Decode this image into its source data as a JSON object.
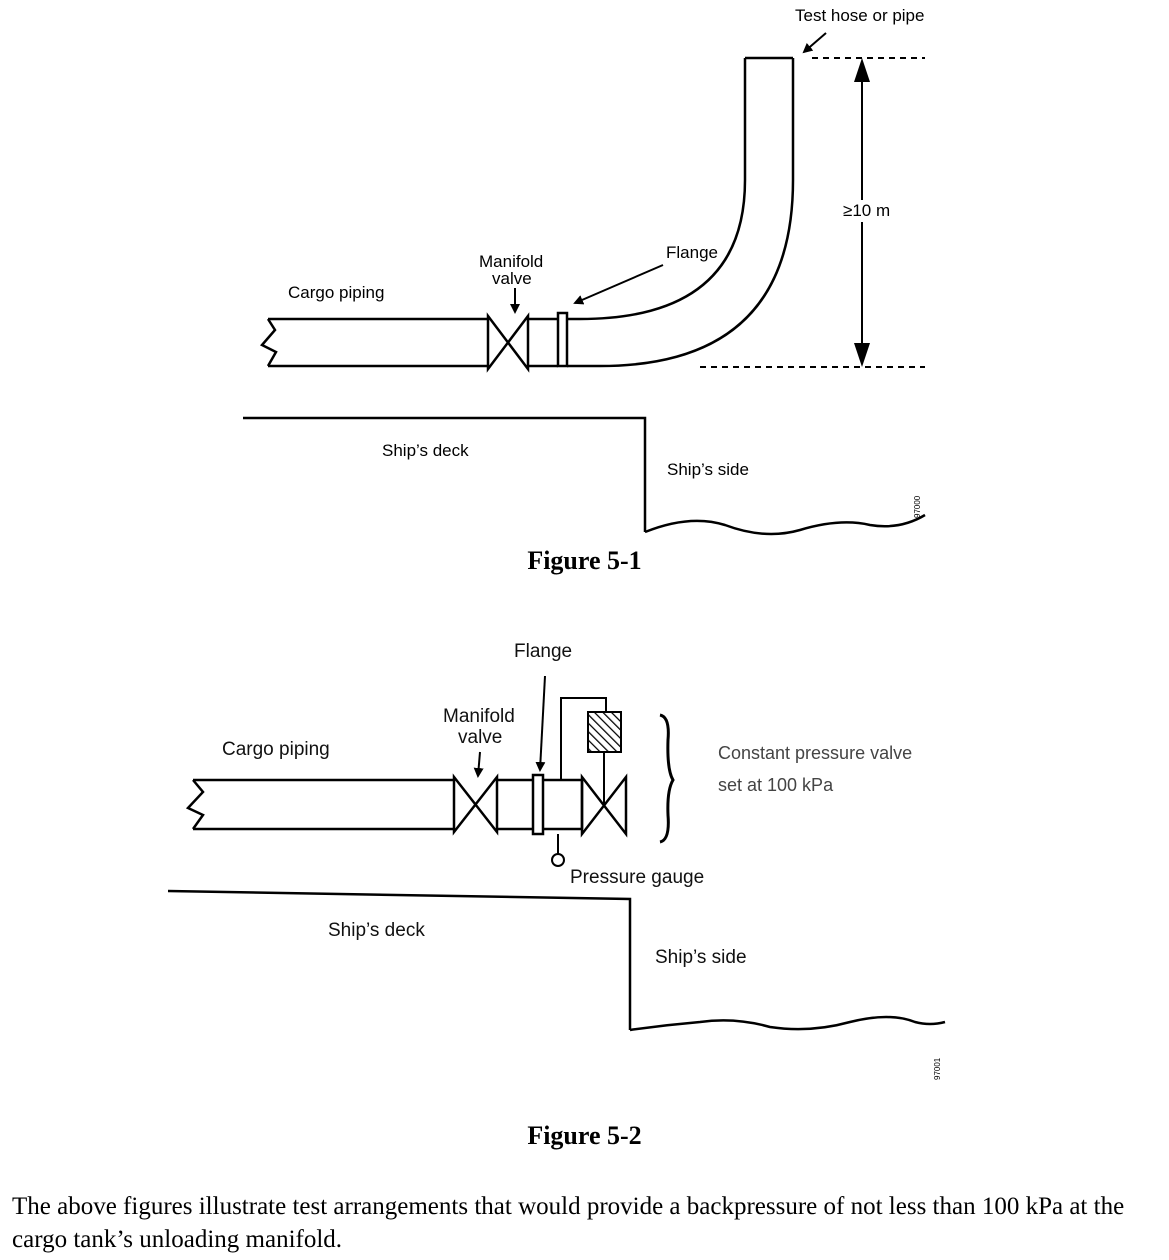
{
  "figure1": {
    "caption": "Figure 5-1",
    "labels": {
      "test_hose": "Test hose or pipe",
      "height": "≥10 m",
      "flange": "Flange",
      "manifold_valve_line1": "Manifold",
      "manifold_valve_line2": "valve",
      "cargo_piping": "Cargo piping",
      "ships_deck": "Ship’s deck",
      "ships_side": "Ship’s side",
      "drawing_code": "97000"
    }
  },
  "figure2": {
    "caption": "Figure 5-2",
    "labels": {
      "flange": "Flange",
      "manifold_valve_line1": "Manifold",
      "manifold_valve_line2": "valve",
      "cargo_piping": "Cargo piping",
      "constant_pressure_line1": "Constant pressure valve",
      "constant_pressure_line2": "set at 100 kPa",
      "pressure_gauge": "Pressure gauge",
      "ships_deck": "Ship’s deck",
      "ships_side": "Ship’s side",
      "drawing_code": "97001"
    }
  },
  "paragraph": "The above figures illustrate test arrangements that would provide a backpressure of not less than 100 kPa at the cargo tank’s unloading manifold."
}
